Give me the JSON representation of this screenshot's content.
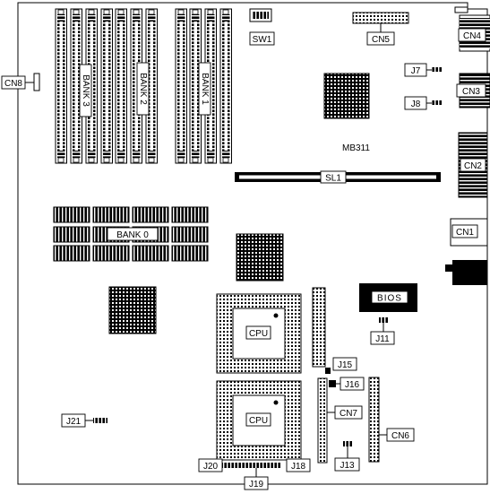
{
  "board": {
    "model": "MB311",
    "colors": {
      "ink": "#000000",
      "paper": "#ffffff"
    }
  },
  "connectors": {
    "cn1": "CN1",
    "cn2": "CN2",
    "cn3": "CN3",
    "cn4": "CN4",
    "cn5": "CN5",
    "cn6": "CN6",
    "cn7": "CN7",
    "cn8": "CN8"
  },
  "jumpers": {
    "j7": "J7",
    "j8": "J8",
    "j11": "J11",
    "j13": "J13",
    "j15": "J15",
    "j16": "J16",
    "j18": "J18",
    "j19": "J19",
    "j20": "J20",
    "j21": "J21"
  },
  "switches": {
    "sw1": "SW1"
  },
  "slots": {
    "sl1": "SL1"
  },
  "memory": {
    "bank0": "BANK 0",
    "banks": [
      {
        "id": "bank3",
        "label": "BANK 3"
      },
      {
        "id": "bank2",
        "label": "BANK 2"
      },
      {
        "id": "bank1",
        "label": "BANK 1"
      }
    ]
  },
  "chips": {
    "bios": "BIOS"
  },
  "processors": [
    {
      "id": "cpu1",
      "label": "CPU"
    },
    {
      "id": "cpu2",
      "label": "CPU"
    }
  ]
}
